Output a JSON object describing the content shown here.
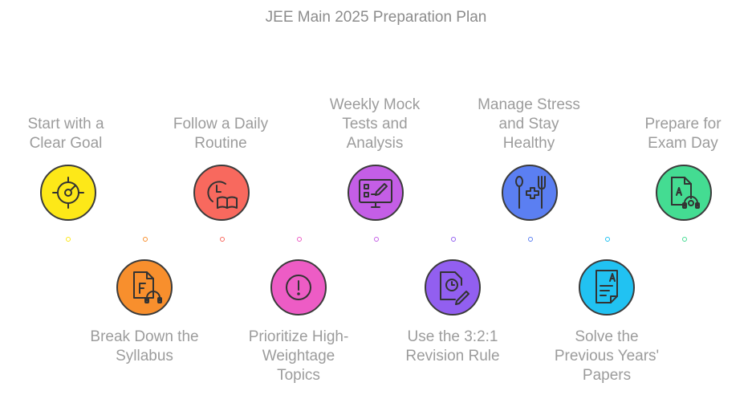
{
  "title": "JEE Main 2025 Preparation Plan",
  "steps": [
    {
      "lines": [
        "Start with a",
        "Clear Goal"
      ],
      "color": "#fde818",
      "icon": "target-gauge-icon"
    },
    {
      "lines": [
        "Break Down the",
        "Syllabus"
      ],
      "color": "#f88f2d",
      "icon": "file-headphones-icon"
    },
    {
      "lines": [
        "Follow a Daily",
        "Routine"
      ],
      "color": "#f8695e",
      "icon": "clock-book-icon"
    },
    {
      "lines": [
        "Prioritize High-",
        "Weightage",
        "Topics"
      ],
      "color": "#ed5cc5",
      "icon": "exclamation-icon"
    },
    {
      "lines": [
        "Weekly Mock",
        "Tests and",
        "Analysis"
      ],
      "color": "#c45ee6",
      "icon": "monitor-checklist-icon"
    },
    {
      "lines": [
        "Use the 3:2:1",
        "Revision Rule"
      ],
      "color": "#925ff0",
      "icon": "document-clock-pen-icon"
    },
    {
      "lines": [
        "Manage Stress",
        "and Stay",
        "Healthy"
      ],
      "color": "#5b7ff2",
      "icon": "health-utensils-icon"
    },
    {
      "lines": [
        "Solve the",
        "Previous Years'",
        "Papers"
      ],
      "color": "#21c2f2",
      "icon": "exam-paper-icon"
    },
    {
      "lines": [
        "Prepare for",
        "Exam Day"
      ],
      "color": "#44dc92",
      "icon": "exam-file-headset-icon"
    }
  ]
}
